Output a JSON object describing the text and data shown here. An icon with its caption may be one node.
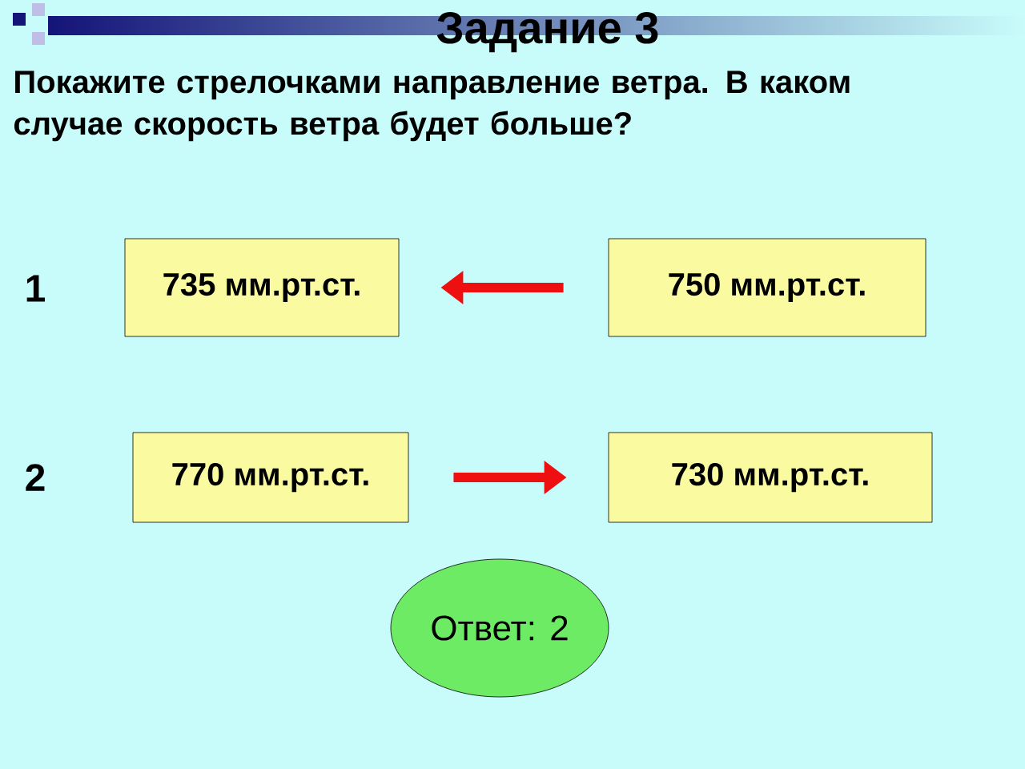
{
  "diagram": {
    "title": "Задание 3",
    "nodes": [
      {
        "text": [
          "735 мм.рт.ст."
        ]
      },
      {
        "text": [
          "750 мм.рт.ст."
        ]
      },
      {
        "text": [
          "770 мм.рт.ст."
        ]
      },
      {
        "text": [
          "730 мм.рт.ст."
        ]
      },
      {
        "text": [
          "Ответ: 2"
        ]
      }
    ],
    "edges": [
      {
        "from": 1,
        "to": 0,
        "arrow": "to"
      },
      {
        "from": 2,
        "to": 3,
        "arrow": "to"
      }
    ],
    "labels": [
      "Покажите стрелочками направление ветра. В каком случае скорость ветра будет больше?",
      "1",
      "2"
    ]
  }
}
